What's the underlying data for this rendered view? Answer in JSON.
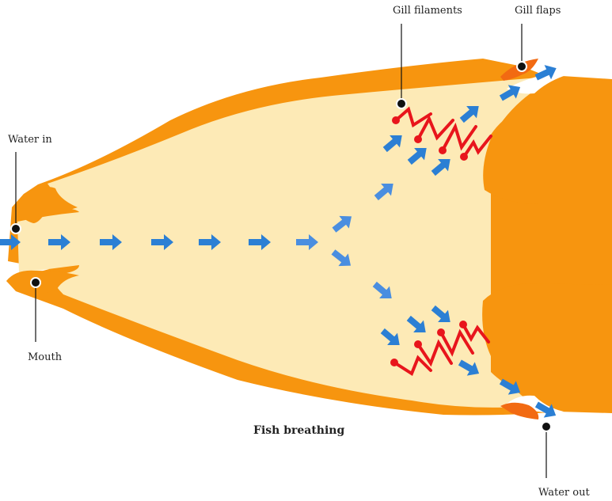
{
  "diagram": {
    "caption": "Fish breathing",
    "labels": {
      "water_in": "Water in",
      "mouth": "Mouth",
      "gill_filaments": "Gill filaments",
      "gill_flaps": "Gill flaps",
      "water_out": "Water out"
    }
  },
  "colors": {
    "outer_body": "#f7950f",
    "inner_cavity": "#fdeab6",
    "water_arrow": "#2b7fd4",
    "water_arrow_light": "#4a8ee0",
    "gill_filament": "#e8151c",
    "gill_flap": "#f26a12",
    "pointer": "#111111"
  }
}
